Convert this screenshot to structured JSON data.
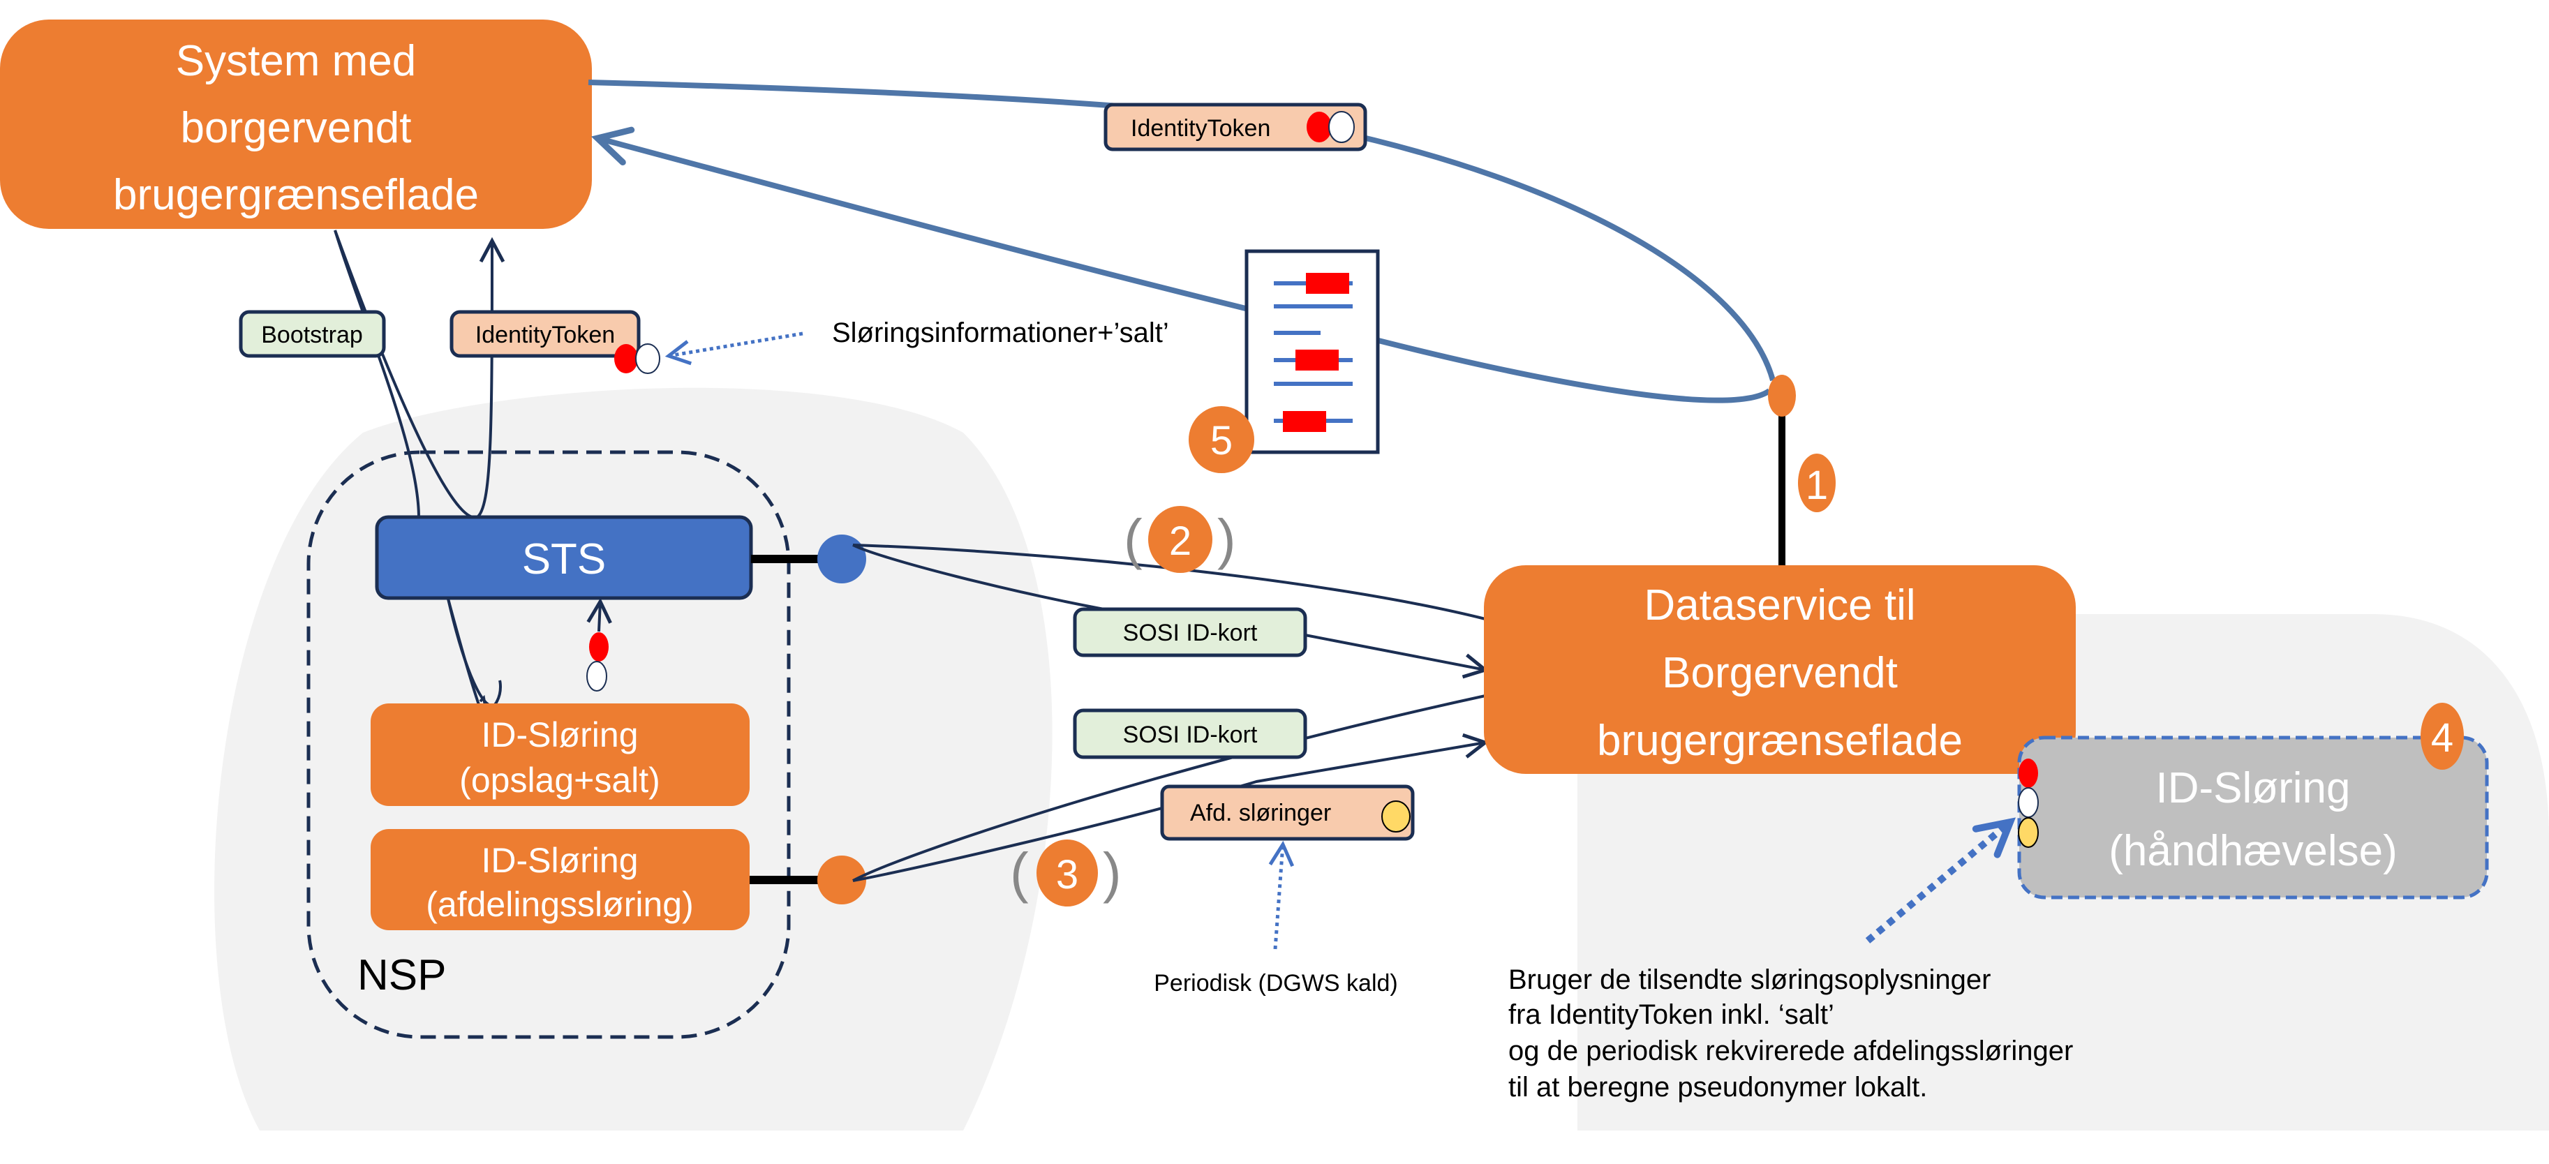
{
  "colors": {
    "orange": "#ED7D31",
    "blue": "#4472C4",
    "steel_blue": "#4F76A8",
    "navy": "#1B2E52",
    "peach": "#F8CBAD",
    "light_green": "#E2EFDA",
    "grey_bg": "#F2F2F2",
    "grey_box": "#BFBFBF",
    "red": "#FF0000",
    "yellow": "#FFD966"
  },
  "nodes": {
    "citizen_system": {
      "lines": [
        "System med",
        "borgervendt",
        "brugergrænseflade"
      ]
    },
    "sts": {
      "label": "STS"
    },
    "id_obfuscation_lookup": {
      "lines": [
        "ID-Sløring",
        "(opslag+salt)"
      ]
    },
    "id_obfuscation_department": {
      "lines": [
        "ID-Sløring",
        "(afdelingssløring)"
      ]
    },
    "nsp": {
      "label": "NSP"
    },
    "dataservice": {
      "lines": [
        "Dataservice til",
        "Borgervendt",
        "brugergrænseflade"
      ]
    },
    "id_obfuscation_enforcement": {
      "lines": [
        "ID-Sløring",
        "(håndhævelse)"
      ]
    }
  },
  "messages": {
    "bootstrap": "Bootstrap",
    "identity_token_sts": "IdentityToken",
    "identity_token_top": "IdentityToken",
    "sosi_id_card_1": "SOSI ID-kort",
    "sosi_id_card_2": "SOSI ID-kort",
    "department_obfuscations": "Afd. sløringer"
  },
  "annotations": {
    "obfuscation_info": "Sløringsinformationer+’salt’",
    "periodic": "Periodisk (DGWS kald)",
    "explanation": [
      "Bruger de tilsendte sløringsoplysninger",
      "fra IdentityToken inkl. ‘salt’",
      "og de periodisk rekvirerede afdelingssløringer",
      "til at beregne pseudonymer lokalt."
    ]
  },
  "step_markers": {
    "step1": "1",
    "step2": "2",
    "step3": "3",
    "step4": "4",
    "step5": "5",
    "paren_open": "(",
    "paren_close": ")"
  }
}
